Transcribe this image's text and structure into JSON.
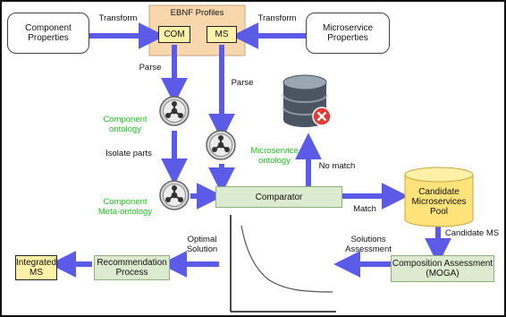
{
  "nodes": {
    "component_properties": "Component\nProperties",
    "microservice_properties": "Microservice\nProperties",
    "ebnf_profiles": "EBNF Profiles",
    "com": "COM",
    "ms": "MS",
    "comparator": "Comparator",
    "candidate_pool": "Candidate\nMicroservices\nPool",
    "composition_assessment": "Composition Assessment\n(MOGA)",
    "recommendation_process": "Recommendation\nProcess",
    "integrated_ms": "Integrated\nMS"
  },
  "labels": {
    "transform_left": "Transform",
    "transform_right": "Transform",
    "parse_left": "Parse",
    "parse_right": "Parse",
    "component_ontology": "Component\nontology",
    "isolate_parts": "Isolate parts",
    "component_meta_ontology": "Component\nMeta-ontology",
    "microservice_ontology": "Microservice\nontology",
    "no_match": "No match",
    "match": "Match",
    "candidate_ms": "Candidate MS",
    "solutions_assessment": "Solutions\nAssessment",
    "optimal_solution": "Optimal\nSolution"
  },
  "colors": {
    "arrow": "#5b5be8",
    "green_text": "#22c022",
    "green_box": "#dcebcf",
    "ebnf_fill": "#f8d7ac",
    "yellow_box": "#fff2a8",
    "cylinder": "#ffe27a"
  },
  "icons": [
    "ontology-icon",
    "ontology-icon",
    "ontology-icon",
    "database-error-icon"
  ]
}
